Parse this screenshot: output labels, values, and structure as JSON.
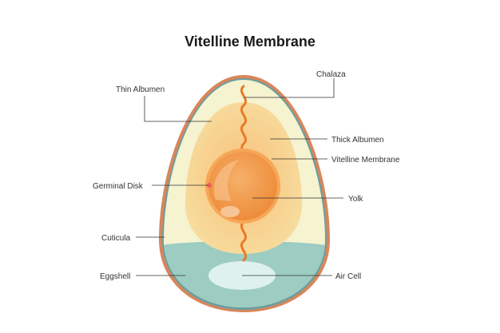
{
  "title": "Vitelline Membrane",
  "labels": {
    "thin_albumen": "Thin Albumen",
    "chalaza": "Chalaza",
    "thick_albumen": "Thick Albumen",
    "vitelline_membrane": "Vitelline Membrane",
    "germinal_disk": "Germinal Disk",
    "yolk": "Yolk",
    "cuticula": "Cuticula",
    "eggshell": "Eggshell",
    "air_cell": "Air Cell"
  },
  "colors": {
    "shell": "#d8865a",
    "cuticula": "#6e9ea0",
    "thin_albumen": "#f5f3d0",
    "thick_albumen": "#f6cc88",
    "yolk": "#f29a4a",
    "air_cell_space": "#9cccc2",
    "air_cell": "#dff1ec",
    "chalaza": "#ea7a28",
    "germinal_disk": "#e85d5d",
    "leader_line": "#333333"
  }
}
